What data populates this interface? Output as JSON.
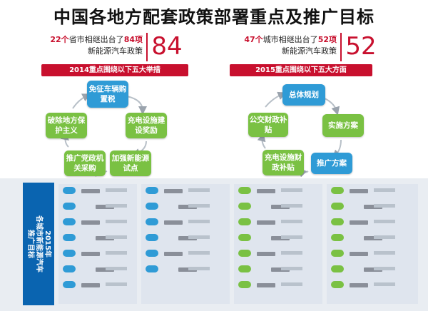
{
  "title": "中国各地方配套政策部署重点及推广目标",
  "stat_left": {
    "count": "22个",
    "mid": "省市相继出台了",
    "items": "84项",
    "line2": "新能源汽车政策",
    "big": "84"
  },
  "stat_right": {
    "count": "47个",
    "mid": "城市相继出台了",
    "items": "52项",
    "line2": "新能源汽车政策",
    "big": "52"
  },
  "banner_2014": "2014重点围绕以下五大举措",
  "banner_2015": "2015重点围绕以下五大方面",
  "measures_2014": {
    "n1": "免征车辆购置税",
    "n2": "破除地方保护主义",
    "n3": "充电设施建设奖励",
    "n4": "推广党政机关采购",
    "n5": "加强新能源试点"
  },
  "aspects_2015": {
    "n1": "总体规划",
    "n2": "公交财政补贴",
    "n3": "实施方案",
    "n4": "充电设施财政补贴",
    "n5": "推广方案"
  },
  "side_label": {
    "line1": "2015年",
    "line2": "各城市新能源汽车",
    "line3": "推广目标"
  },
  "colors": {
    "red": "#c8102e",
    "blue": "#2f9bd6",
    "green": "#7ac143",
    "navy": "#0a64b0"
  }
}
